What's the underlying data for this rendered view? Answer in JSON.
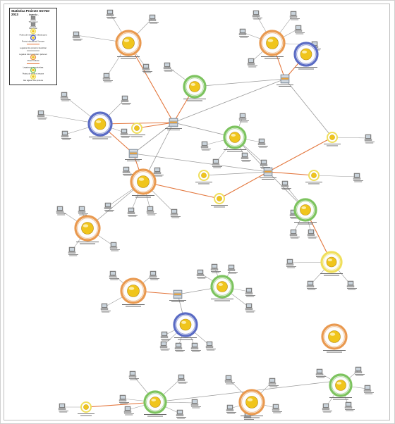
{
  "legend": {
    "title": "Statistica Proiecte SO-NO-2013",
    "subtitle": "- legenda -",
    "items": [
      {
        "label": "Titlu proiect"
      },
      {
        "label": "Beneficiar"
      },
      {
        "label": "Proiect de investitii in infrastructura"
      },
      {
        "label": "Proiect educational / formare"
      },
      {
        "label": "Legatura intre proiect si beneficiar"
      },
      {
        "label": "Legatura intre beneficiari / parteneri"
      },
      {
        "label": "Proiect cultural"
      },
      {
        "label": "Legatura pe axa prioritara"
      },
      {
        "label": "Proiect de mediu si resurse"
      },
      {
        "label": "Alte legaturi intre proiecte"
      }
    ]
  },
  "colors": {
    "edge_gray": "#9a9a9a",
    "edge_orange": "#e3763c",
    "orange_ring": "#e9994f",
    "green_ring": "#7cc35e",
    "blue_ring": "#5a6bc4",
    "yellow_ring": "#f0df5c",
    "core": "#f0c51c"
  },
  "diagram": {
    "hubs": [
      {
        "id": "h1",
        "label": "Promotor partener 1"
      },
      {
        "id": "h2",
        "label": "Promotor partener 2"
      },
      {
        "id": "h3",
        "label": "Promotor partener 3"
      },
      {
        "id": "h4",
        "label": "Promotor partener 4"
      },
      {
        "id": "h5",
        "label": "Promotor partener 5"
      },
      {
        "id": "h6",
        "label": "Promotor partener 6"
      }
    ],
    "projects": [
      {
        "id": "p1",
        "style": "orange",
        "label": "Proiect de investitii nr. 1"
      },
      {
        "id": "p2",
        "style": "orange",
        "label": "Proiect de investitii nr. 2"
      },
      {
        "id": "p3",
        "style": "blue",
        "label": "Proiect educational nr. 3"
      },
      {
        "id": "p4",
        "style": "green",
        "label": "Proiect de mediu nr. 4"
      },
      {
        "id": "p5",
        "style": "orange",
        "label": "Proiect de investitii nr. 5"
      },
      {
        "id": "p6",
        "style": "green",
        "label": "Proiect de mediu nr. 6"
      },
      {
        "id": "p7",
        "style": "blue",
        "label": "Proiect educational nr. 7"
      },
      {
        "id": "p8",
        "style": "orange",
        "label": "Proiect de investitii nr. 8"
      },
      {
        "id": "p9",
        "style": "green",
        "label": "Proiect de mediu nr. 9"
      },
      {
        "id": "p10",
        "style": "yellow",
        "label": "Proiect cultural nr. 10"
      },
      {
        "id": "p11",
        "style": "orange",
        "label": "Proiect de investitii nr. 11"
      },
      {
        "id": "p12",
        "style": "green",
        "label": "Proiect de mediu nr. 12"
      },
      {
        "id": "p13",
        "style": "blue",
        "label": "Proiect educational nr. 13"
      },
      {
        "id": "p14",
        "style": "green",
        "label": "Proiect de mediu nr. 14"
      },
      {
        "id": "p15",
        "style": "orange",
        "label": "Proiect de investitii nr. 15"
      },
      {
        "id": "p16",
        "style": "green",
        "label": "Proiect de mediu nr. 16"
      },
      {
        "id": "p17",
        "style": "orange",
        "label": "Proiect de investitii nr. 17"
      },
      {
        "id": "p18",
        "style": "blue",
        "label": "Proiect educational nr. 18"
      }
    ],
    "minor": [
      {
        "id": "m1",
        "label": "Proiect cultural"
      },
      {
        "id": "m2",
        "label": "Proiect cultural"
      },
      {
        "id": "m3",
        "label": "Proiect cultural"
      },
      {
        "id": "m4",
        "label": "Proiect cultural"
      },
      {
        "id": "m5",
        "label": "Proiect cultural"
      },
      {
        "id": "m6",
        "label": "Proiect cultural"
      },
      {
        "id": "m7",
        "label": "Proiect cultural"
      }
    ]
  }
}
